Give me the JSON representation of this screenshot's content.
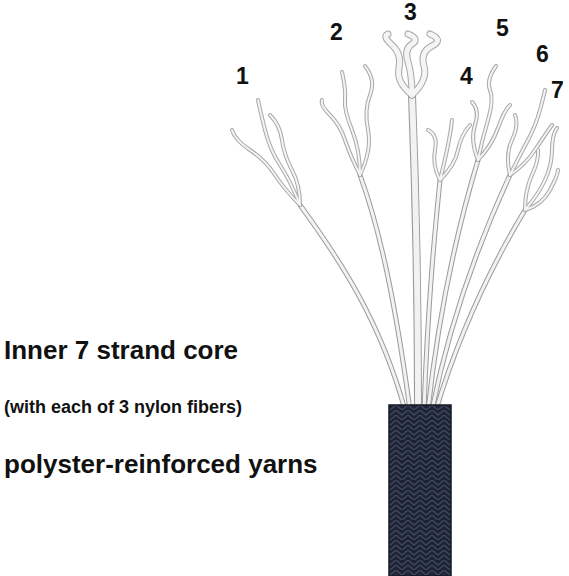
{
  "diagram": {
    "labels": [
      "1",
      "2",
      "3",
      "4",
      "5",
      "6",
      "7",
      "Inner 7 strand core",
      "(with each of 3 nylon fibers)",
      "polyster-reinforced yarns"
    ]
  }
}
